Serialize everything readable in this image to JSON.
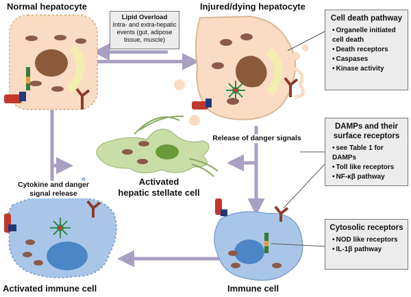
{
  "cells": {
    "normal": "Normal hepatocyte",
    "injured": "Injured/dying hepatocyte",
    "stellate": [
      "Activated",
      "hepatic stellate cell"
    ],
    "activated_immune": "Activated immune cell",
    "immune": "Immune cell"
  },
  "lipid_box": {
    "title": "Lipid Overload",
    "lines": [
      "Intra- and extra-hepatic",
      "events (gut, adipose",
      "tissue, muscle)"
    ]
  },
  "cell_death_box": {
    "title": "Cell death pathway",
    "items": [
      "Organelle initiated cell death",
      "Death receptors",
      "Caspases",
      "Kinase activity"
    ]
  },
  "damps_box": {
    "title": [
      "DAMPs and their",
      "surface receptors"
    ],
    "items": [
      "see Table 1 for DAMPs",
      "Toll like receptors",
      "NF-κβ pathway"
    ]
  },
  "cytosolic_box": {
    "title": "Cytosolic receptors",
    "items": [
      "NOD like receptors",
      "IL-1β pathway"
    ]
  },
  "signals": {
    "danger_release": "Release of danger signals",
    "cytokine": [
      "Cytokine and danger",
      "signal release"
    ]
  },
  "colors": {
    "hepatocyte_fill": "#f9dcc3",
    "hepatocyte_nucleus": "#8a5a3a",
    "immune_fill": "#a9c6e8",
    "immune_nucleus": "#4d86c6",
    "stellate_fill": "#c9dea6",
    "mitochondria": "#8c5a4a",
    "er": "#f3eeb0",
    "arrow": "#a99fc3",
    "receptor_red": "#c0392b",
    "receptor_brown": "#8b3a2a",
    "box_fill": "#ececec"
  }
}
